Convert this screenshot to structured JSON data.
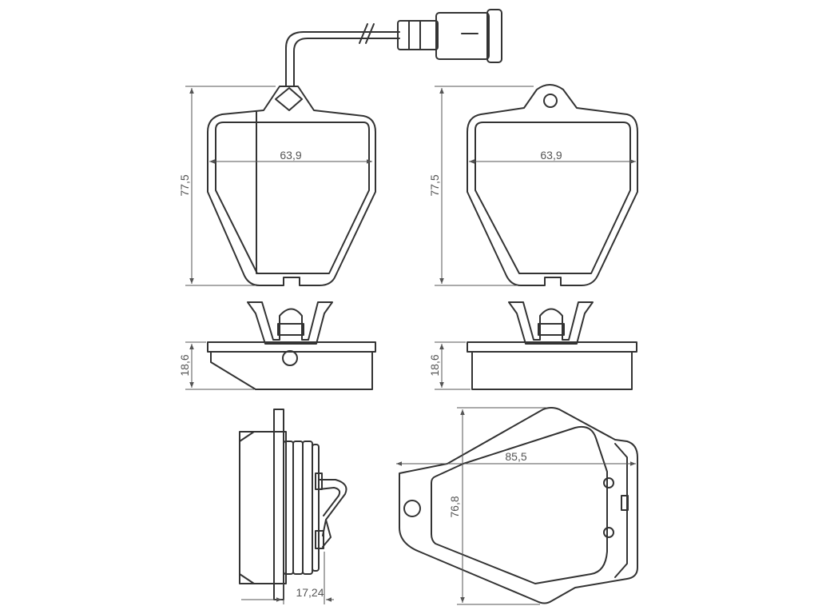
{
  "dimensions": {
    "pad1_width": "63,9",
    "pad1_height": "77,5",
    "pad2_width": "63,9",
    "pad2_height": "77,5",
    "side1_thickness": "18,6",
    "side2_thickness": "18,6",
    "side_view_width": "17,24",
    "backplate_width": "85,5",
    "backplate_height": "76,8"
  },
  "colors": {
    "line": "#333333",
    "dimension": "#555555"
  }
}
